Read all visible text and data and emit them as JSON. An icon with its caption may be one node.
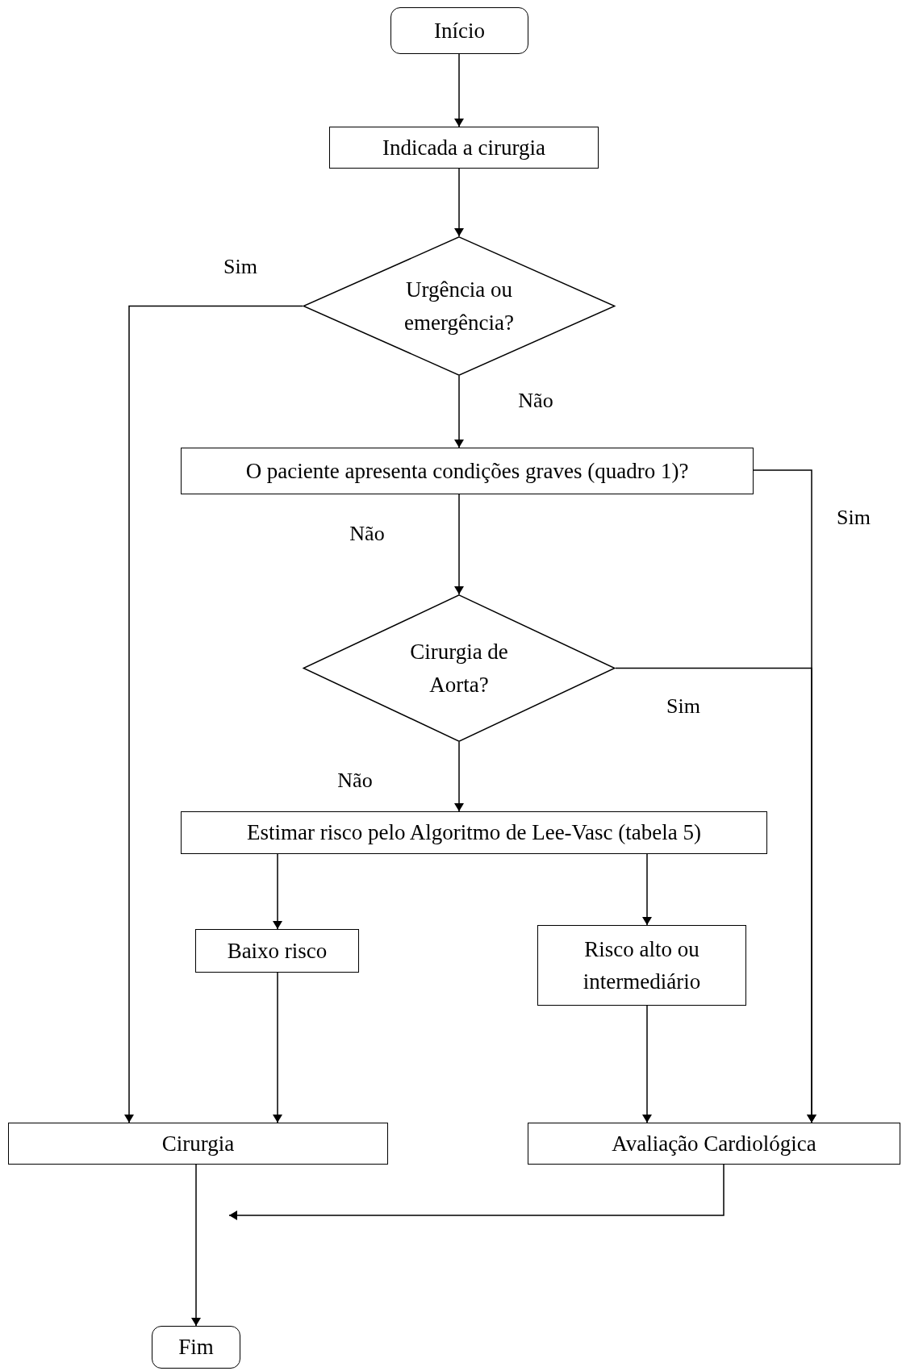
{
  "diagram": {
    "nodes": [
      {
        "text": [
          "Início"
        ]
      },
      {
        "text": [
          "Indicada a cirurgia"
        ]
      },
      {
        "text": [
          "Urgência ou emergência?"
        ]
      },
      {
        "text": [
          "O paciente apresenta condições graves (quadro 1)?"
        ]
      },
      {
        "text": [
          "Cirurgia de Aorta?"
        ]
      },
      {
        "text": [
          "Estimar risco pelo Algoritmo de Lee-Vasc (tabela 5)"
        ]
      },
      {
        "text": [
          "Baixo risco"
        ]
      },
      {
        "text": [
          "Risco alto ou intermediário"
        ]
      },
      {
        "text": [
          "Cirurgia"
        ]
      },
      {
        "text": [
          "Avaliação Cardiológica"
        ]
      },
      {
        "text": [
          "Fim"
        ]
      }
    ],
    "edges": [
      {
        "from": 0,
        "to": 1,
        "arrow": "to"
      },
      {
        "from": 1,
        "to": 2,
        "arrow": "to"
      },
      {
        "from": 2,
        "to": 8,
        "arrow": "to",
        "label": "Sim"
      },
      {
        "from": 2,
        "to": 3,
        "arrow": "to",
        "label": "Não"
      },
      {
        "from": 3,
        "to": 9,
        "arrow": "to",
        "label": "Sim"
      },
      {
        "from": 4,
        "to": 9,
        "arrow": "to",
        "label": "Sim"
      },
      {
        "from": 3,
        "to": 4,
        "arrow": "to",
        "label": "Não"
      },
      {
        "from": 4,
        "to": 5,
        "arrow": "to",
        "label": "Não"
      },
      {
        "from": 5,
        "to": 6,
        "arrow": "to"
      },
      {
        "from": 5,
        "to": 7,
        "arrow": "to"
      },
      {
        "from": 6,
        "to": 8,
        "arrow": "to"
      },
      {
        "from": 7,
        "to": 9,
        "arrow": "to"
      },
      {
        "from": 9,
        "to": null,
        "arrow": "to"
      },
      {
        "from": 8,
        "to": 10,
        "arrow": "to"
      }
    ]
  }
}
